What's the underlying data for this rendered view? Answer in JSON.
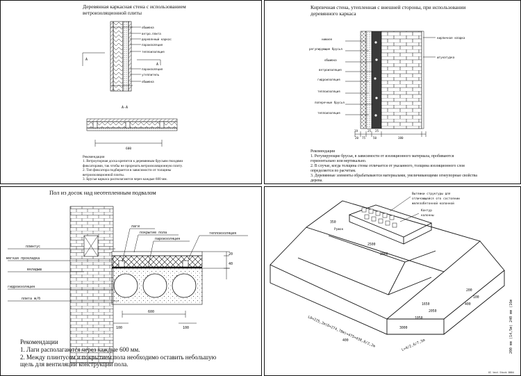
{
  "panels": {
    "tl": {
      "title_lines": [
        "Деревянная каркасная стена с использованием",
        "ветроизоляционной плиты"
      ],
      "callouts": [
        "обшивка",
        "ветро.плита",
        "деревянный каркас",
        "пароизоляция",
        "теплоизоляция",
        "пароизоляция",
        "утеплитель",
        "обшивка"
      ],
      "section_mark": "А",
      "section_label": "А-А",
      "dim_width": "600",
      "notes_heading": "Рекомендации",
      "notes": [
        "1. Ветроупорная доска крепится к деревянным брусьям гвоздями",
        "фиксаторами, так чтобы не прорезать ветроизоляционную плиту.",
        "2. Тип фиксатора подбирается в зависимости от толщины",
        "ветроизоляционной плиты.",
        "3. Брусья каркаса располагаются через каждые 600 мм."
      ]
    },
    "tr": {
      "title_lines": [
        "Кирпичная стена, утепленная с внешней стороны, при использовании",
        "деревянного каркаса"
      ],
      "callouts_left": [
        "нижнее",
        "регулирующие брусья",
        "обшивка",
        "ветроизоляция",
        "гидроизоляция",
        "теплоизоляция",
        "поперечные брусья",
        "теплоизоляция"
      ],
      "callouts_right": [
        "кирпичная кладка",
        "штукатурка"
      ],
      "dims": [
        "19",
        "75",
        "50",
        "20",
        "25",
        "25",
        "380"
      ],
      "notes_heading": "Рекомендации",
      "notes": [
        "1. Регулирующие брусья, в зависимости от изоляционного материала, пробиваются",
        "горизонтально или вертикально.",
        "2. В случае, когда толщина стены отличается от указанного, толщина изоляционного слоя",
        "определяется по расчетам.",
        "3. Деревянные элементы обрабатываются материалами, увеличивающими огнеупорные свойства",
        "дерева."
      ]
    },
    "bl": {
      "title": "Пол из досок над неотепленным подвалом",
      "callouts_top": [
        "лаги",
        "покрытие пола",
        "пароизоляция",
        "теплоизоляция"
      ],
      "callouts_left": [
        "плинтус",
        "мягкая прокладка",
        "вкладыш",
        "гидроизоляция",
        "плита ж/б"
      ],
      "dims": [
        "600",
        "100",
        "20",
        "100",
        "40"
      ],
      "notes_heading": "Рекомендации",
      "notes": [
        "1. Лаги располагаются через каждые 600 мм.",
        "2. Между плинтусом и покрытием пола необходимо оставить небольшую",
        "щель для вентиляции конструкции пола."
      ]
    },
    "br": {
      "callouts": [
        "Вытяжки структуры для",
        "отличающейся ото состоянии",
        "железобетонной колонной",
        "Контур",
        "колонны",
        "Ружок"
      ],
      "dims": [
        "350",
        "2500",
        "2000",
        "400",
        "1650",
        "2050",
        "1050",
        "3000",
        "200",
        "100",
        "400"
      ],
      "dim_long": "L0=225,2m(6=274,78m)=475=438,8/2,2m",
      "dim_side": "L=4/2,6/7,5m",
      "dim_right": "200 mm (14,5m) 240 mm (16m",
      "watermark": "UI text Stock 0004"
    }
  }
}
